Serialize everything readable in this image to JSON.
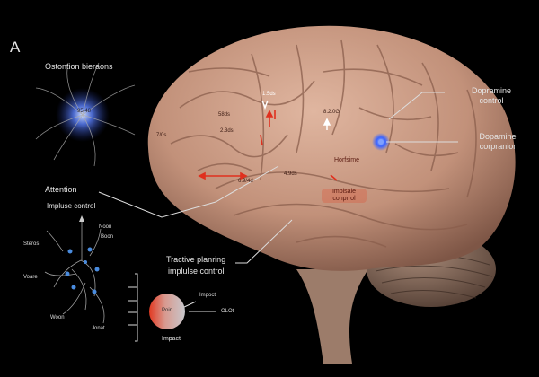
{
  "panel_letter": "A",
  "left_top": {
    "title": "Ostontion bieraons",
    "neuron_labels": [
      "95.48",
      ""
    ]
  },
  "left_labels": {
    "attention": "Attention",
    "impulse_control": "Impluse control"
  },
  "network": {
    "labels": [
      "Noon",
      "Boon",
      "Steros",
      "Voare",
      "Woon",
      "Jonat"
    ]
  },
  "brain_labels": {
    "l1": "7/0s",
    "l2": "58ds",
    "l3": "2.3ds",
    "l4": "1.5ds",
    "l5": "8.2.0G",
    "l6": "6.9/4d",
    "l7": "4.9ds",
    "l8": "Horfsime",
    "l9": "Implsale conprrol"
  },
  "right_labels": {
    "dopamine_control": "Dopramine control",
    "dopamine_corpranior": "Dopamine corpranior"
  },
  "bottom": {
    "tractive": "Tractive planring",
    "impulse": "implulse control",
    "sphere_label": "Poin",
    "impact_pointer": "Impoct",
    "impact_caption": "Impact",
    "olo": "OLOt"
  },
  "colors": {
    "brain": "#c99a82",
    "accent_red": "#e0301e",
    "glow_blue": "#4a7cff"
  }
}
